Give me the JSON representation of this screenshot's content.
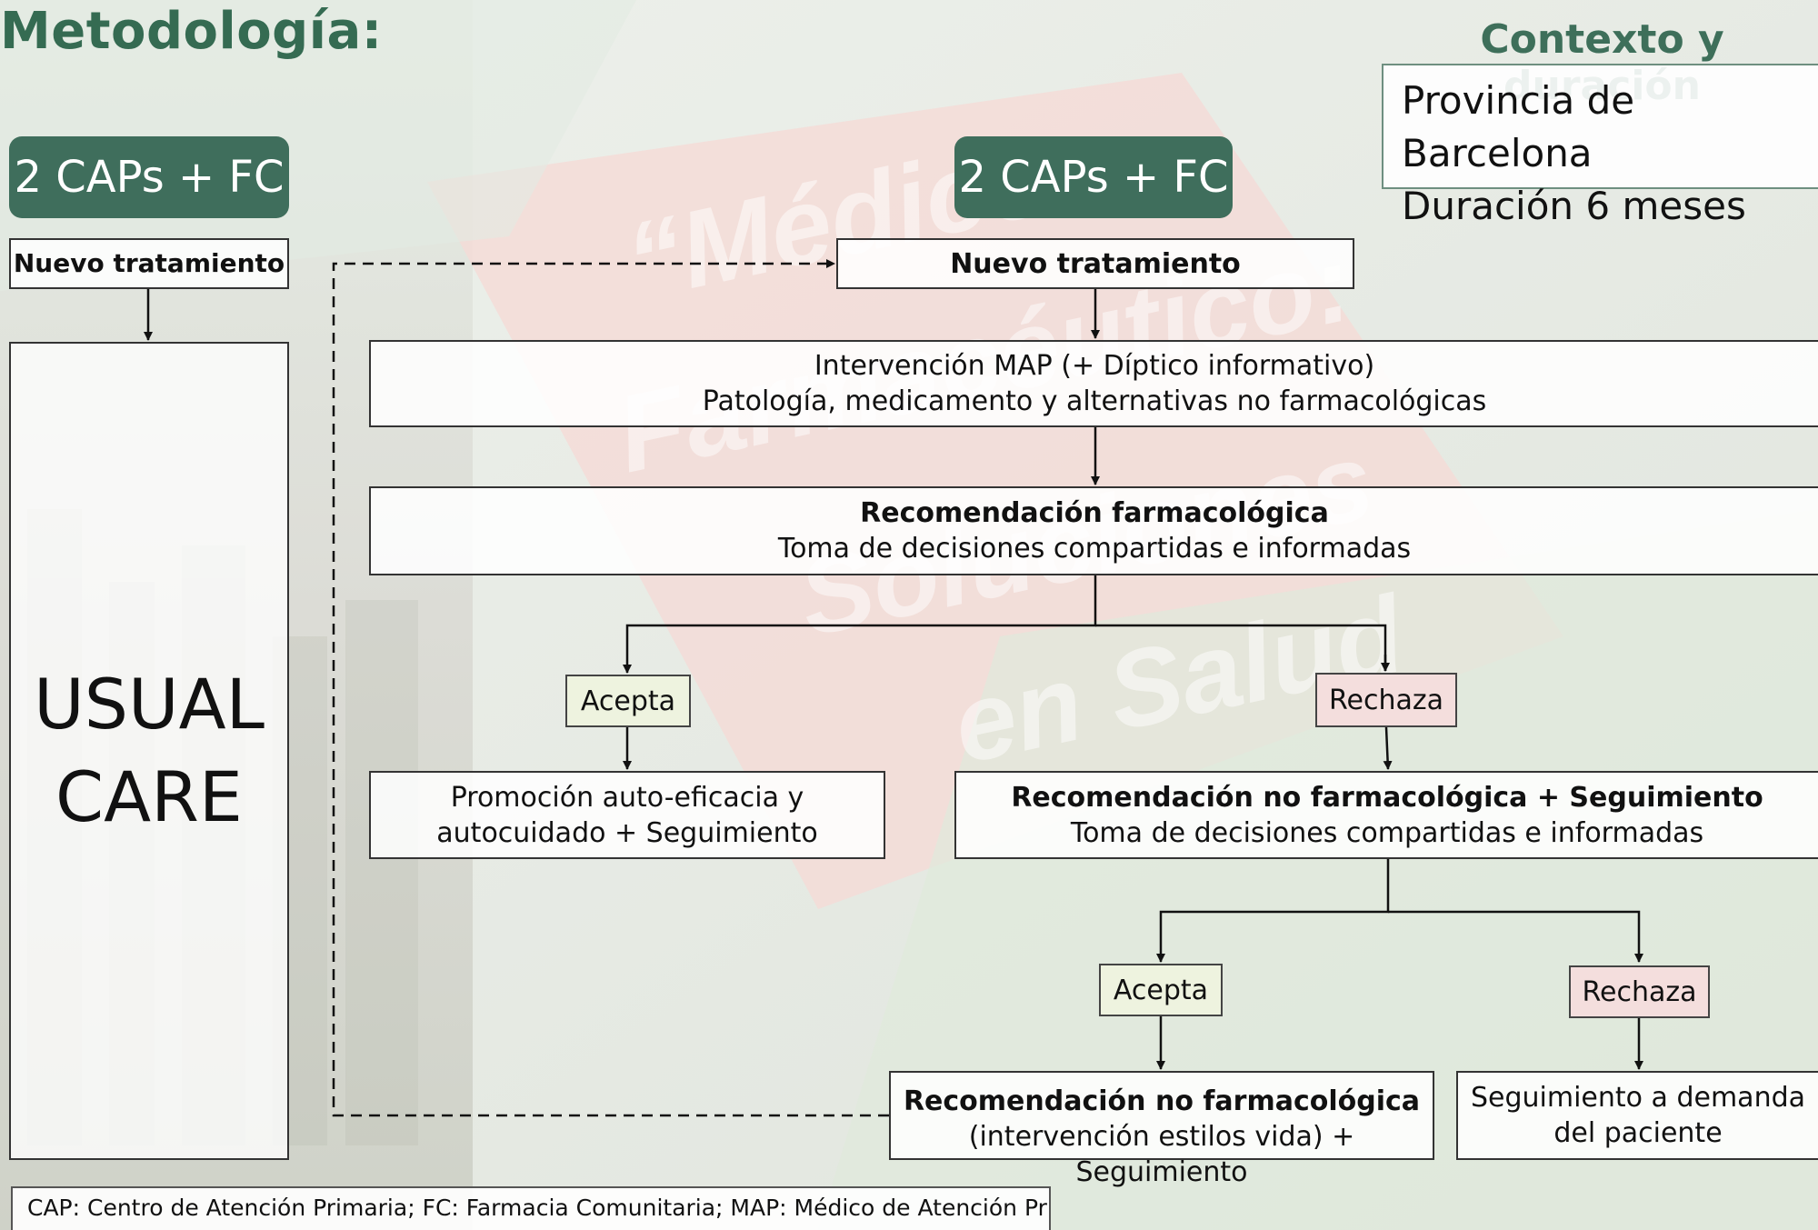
{
  "title": "Metodología:",
  "context": {
    "heading": "Contexto y duración",
    "line1": "Provincia de Barcelona",
    "line2": "Duración 6 meses"
  },
  "control": {
    "header": "2 CAPs + FC",
    "treatment": "Nuevo tratamiento",
    "usual_care_line1": "USUAL",
    "usual_care_line2": "CARE"
  },
  "intervention": {
    "header": "2 CAPs + FC",
    "treatment": "Nuevo tratamiento",
    "map": {
      "line1": "Intervención MAP (+ Díptico informativo)",
      "line2": "Patología, medicamento y alternativas no farmacológicas"
    },
    "pharm_rec": {
      "title": "Recomendación farmacológica",
      "subtitle": "Toma de decisiones compartidas e informadas"
    },
    "accept_1": "Acepta",
    "reject_1": "Rechaza",
    "promotion": {
      "line1": "Promoción auto-eficacia y",
      "line2": "autocuidado + Seguimiento"
    },
    "nonpharm_rec": {
      "title": "Recomendación no farmacológica + Seguimiento",
      "subtitle": "Toma de decisiones compartidas e informadas"
    },
    "accept_2": "Acepta",
    "reject_2": "Rechaza",
    "nonpharm_final": {
      "title": "Recomendación no farmacológica",
      "line2": "(intervención estilos vida) +",
      "line3": "Seguimiento"
    },
    "on_demand": {
      "line1": "Seguimiento a demanda",
      "line2": "del paciente"
    }
  },
  "footer": "CAP: Centro de Atención Primaria; FC: Farmacia Comunitaria; MAP: Médico de Atención Primaria",
  "colors": {
    "header_green": "#3f6e5c",
    "title_green": "#356b52",
    "accept_fill": "#eef3df",
    "reject_fill": "#f4dedd"
  }
}
